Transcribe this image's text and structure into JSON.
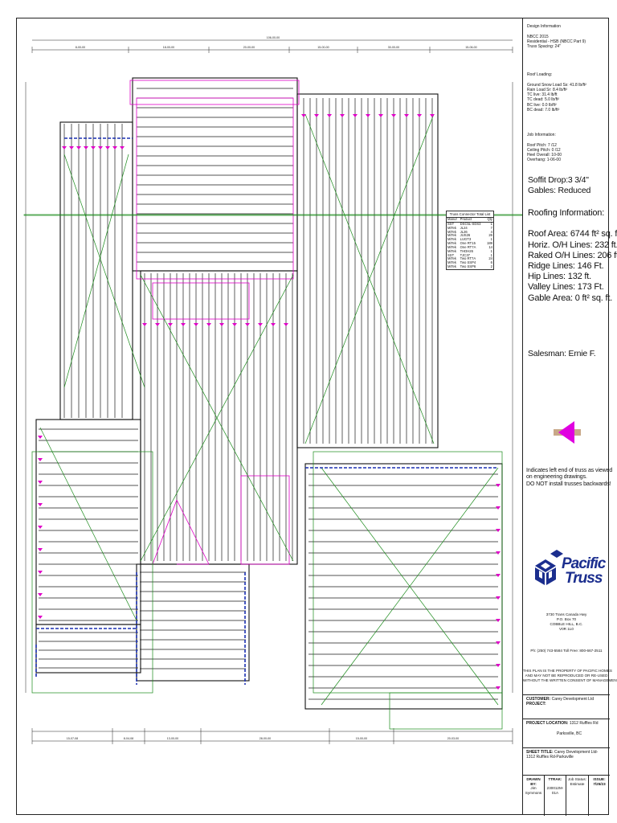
{
  "colors": {
    "magenta": "#e000c8",
    "green": "#1a8a1a",
    "blue": "#1a2fb0",
    "navy": "#1b2e8e",
    "brown": "#8b4513",
    "line": "#1a1a1a"
  },
  "design_info": {
    "heading": "Design Information",
    "code": "NBCC 2015",
    "residential": "Residential - HSB (NBCC Part 9)",
    "spacing": "Truss Spacing: 24\""
  },
  "roof_loading": {
    "heading": "Roof Loading:",
    "lines": [
      "Ground Snow Load Ss: 41.8 lb/ft²",
      "Rain Load Sr: 8.4 lb/ft²",
      "TC live: 31.4  lb/ft",
      "TC dead: 5.0 lb/ft²",
      "BC live: 0.0 lb/ft²",
      "BC dead: 7.0 lb/ft²"
    ]
  },
  "job_info": {
    "heading": "Job Information:",
    "lines": [
      "Roof Pitch: 7 /12",
      "Ceiling Pitch: 0 /12",
      "Heel Overall: 10-00",
      "Overhang: 1-06-00"
    ]
  },
  "soffit": {
    "drop": "Soffit Drop:3 3/4\"",
    "gables": "Gables: Reduced"
  },
  "roofing": {
    "heading": "Roofing Information:",
    "lines": [
      "Roof Area: 6744 ft² sq. ft.",
      "Horiz. O/H Lines: 232 ft.",
      "Raked O/H Lines: 206 ft.",
      "Ridge Lines: 146 Ft.",
      "Hip Lines: 132 ft.",
      "Valley Lines: 173 Ft.",
      "Gable Area: 0 ft² sq. ft."
    ]
  },
  "salesman": "Salesman: Ernie F.",
  "arrow_note": {
    "line1": "Indicates left end of truss as viewed",
    "line2": "on engineering drawings.",
    "line3": "DO NOT install trusses backwards!"
  },
  "company": {
    "name_line1": "Pacific",
    "name_line2": "Truss",
    "address": [
      "3730 Trans Canada Hwy",
      "P.O. Box 70",
      "COBBLE HILL, B.C.",
      "V0R 1L0"
    ],
    "phone": "Ph: (250) 743-5584    Toll Free: 800-667-2511",
    "notice": [
      "THIS PLAN IS THE PROPERTY OF PACIFIC HOMES",
      "AND MAY NOT BE REPRODUCED OR RE-USED",
      "WITHOUT THE WRITTEN CONSENT OF MANAGEMENT"
    ]
  },
  "title_block": {
    "customer_label": "CUSTOMER:",
    "customer_value": "Carey Development Ltd",
    "project_label": "PROJECT:",
    "location_label": "PROJECT LOCATION:",
    "location_value": "1312 Ruffles Rd",
    "location_city": "Parksville, BC",
    "sheet_label": "SHEET TITLE:",
    "sheet_value": "Carey Development Ltd-1312 Ruffles Rd-Parksville",
    "drawn_label": "DRAWN BY:",
    "drawn_value": "Jim Symmons",
    "ttrak_label": "TTRAK:",
    "ttrak_value": "230012M-01A",
    "status_label": "Job Status:",
    "status_value": "Estimate",
    "issue_label": "ISSUE:",
    "issue_value": "7/25/23"
  },
  "connector_table": {
    "title": "Truss Connector Total List",
    "headers": [
      "Manuf",
      "Product",
      "Qty"
    ],
    "rows": [
      [
        "SST",
        "DSC5L-SDS3",
        "1"
      ],
      [
        "MiTek",
        "JL24",
        "7"
      ],
      [
        "MiTek",
        "JL26",
        "4"
      ],
      [
        "MiTek",
        "JUS26",
        "26"
      ],
      [
        "MiTek",
        "LUGT3",
        "1"
      ],
      [
        "MiTek",
        "One RT15",
        "189"
      ],
      [
        "MiTek",
        "One RT7A",
        "14"
      ],
      [
        "MiTek",
        "THDH26",
        "1"
      ],
      [
        "SST",
        "TJC37",
        "1"
      ],
      [
        "MiTek",
        "Two RT7A",
        "24"
      ],
      [
        "MiTek",
        "Two SSP4",
        "6"
      ],
      [
        "MiTek",
        "Two SSP6",
        "2"
      ]
    ]
  },
  "dimensions": {
    "top_overall": "106-00-00",
    "top_segments": [
      "8-00-00",
      "18-00-00",
      "20-00-00",
      "15-00-00",
      "30-00-00",
      "15-06-00"
    ],
    "bottom_segments": [
      "15-07-08",
      "8-04-08",
      "13-00-00",
      "28-00-00",
      "15-00-00",
      "20-03-00"
    ]
  }
}
